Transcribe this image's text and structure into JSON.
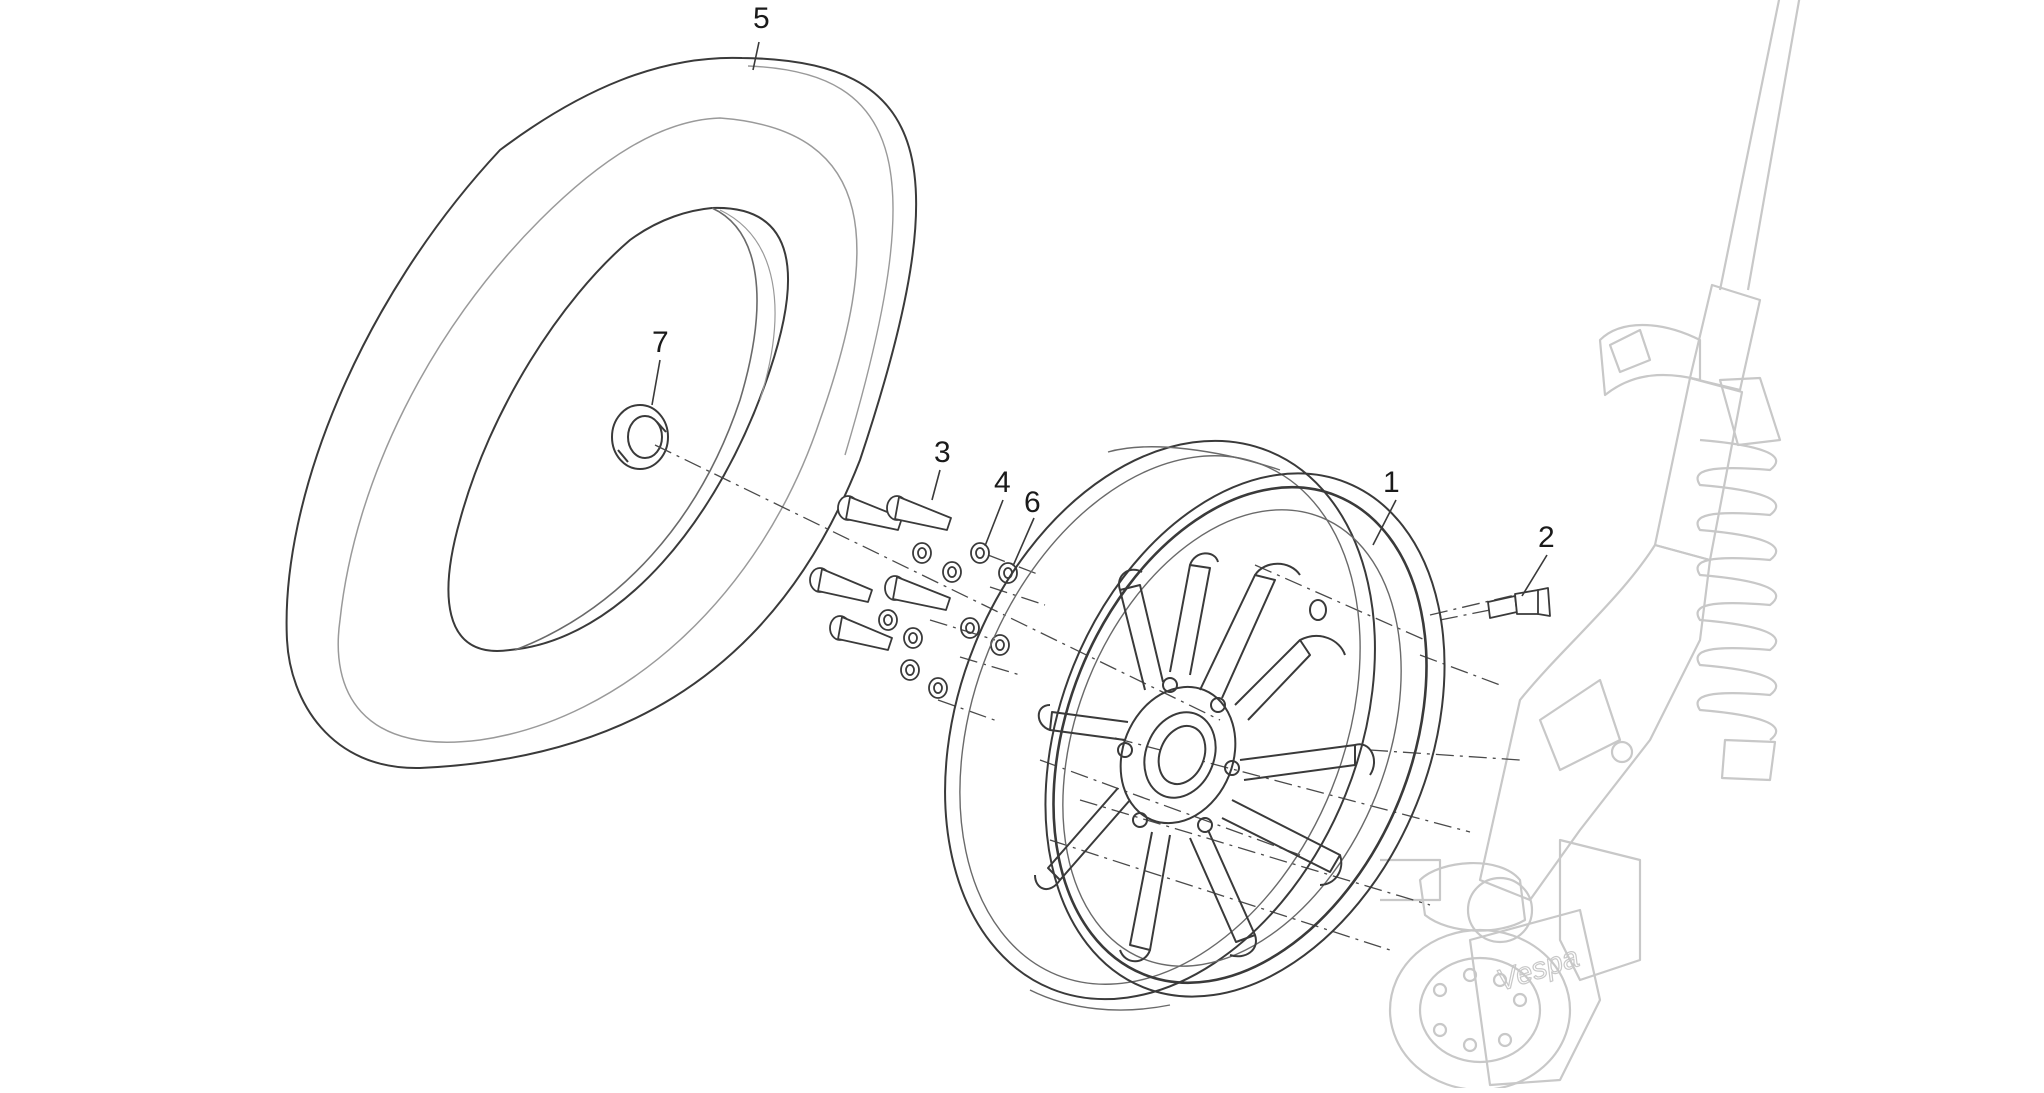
{
  "diagram": {
    "callouts": [
      {
        "id": "1",
        "label": "1"
      },
      {
        "id": "2",
        "label": "2"
      },
      {
        "id": "3",
        "label": "3"
      },
      {
        "id": "4",
        "label": "4"
      },
      {
        "id": "5",
        "label": "5"
      },
      {
        "id": "6",
        "label": "6"
      },
      {
        "id": "7",
        "label": "7"
      }
    ],
    "parts": [
      {
        "id": "1",
        "icon": "wheel-rim"
      },
      {
        "id": "2",
        "icon": "tire-valve"
      },
      {
        "id": "3",
        "icon": "bolts"
      },
      {
        "id": "4",
        "icon": "washers"
      },
      {
        "id": "5",
        "icon": "tire"
      },
      {
        "id": "6",
        "icon": "washers"
      },
      {
        "id": "7",
        "icon": "spacer-bushing"
      }
    ],
    "watermark_text": "Vespa",
    "colors": {
      "line": "#3a3a3a",
      "faint": "#c8c8c8",
      "text": "#1a1a1a"
    }
  }
}
